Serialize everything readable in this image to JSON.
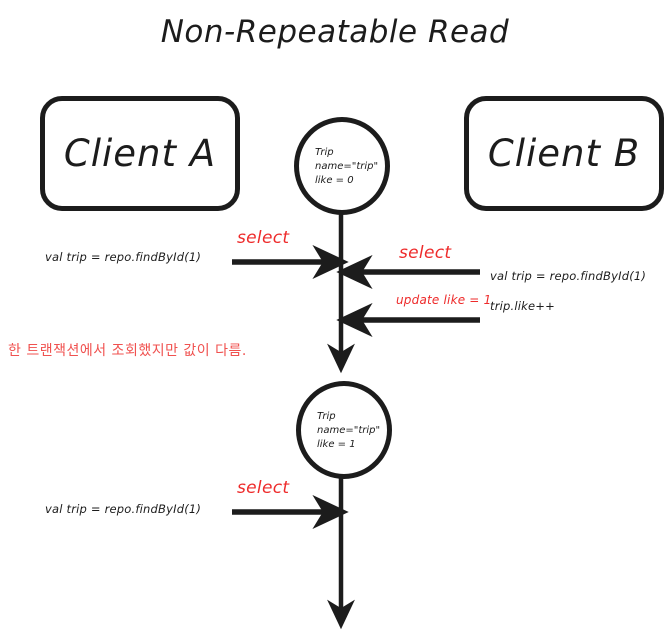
{
  "title": "Non-Repeatable Read",
  "colors": {
    "ink": "#1c1c1c",
    "accent_red": "#ee2b2b",
    "note_red": "#f0514f",
    "background": "#ffffff"
  },
  "actors": {
    "left": {
      "label": "Client A"
    },
    "right": {
      "label": "Client B"
    }
  },
  "states": [
    {
      "id": "state-initial",
      "lines": [
        "Trip",
        "name=\"trip\"",
        "like = 0"
      ]
    },
    {
      "id": "state-updated",
      "lines": [
        "Trip",
        "name=\"trip\"",
        "like = 1"
      ]
    }
  ],
  "operations": [
    {
      "id": "op-select-a-1",
      "actor": "Client A",
      "direction": "right",
      "sql_label": "select",
      "code": "val trip = repo.findById(1)"
    },
    {
      "id": "op-select-b-1",
      "actor": "Client B",
      "direction": "left",
      "sql_label": "select",
      "code": "val trip = repo.findById(1)"
    },
    {
      "id": "op-update-b",
      "actor": "Client B",
      "direction": "left",
      "sql_label": "update like = 1",
      "code": "trip.like++"
    },
    {
      "id": "op-select-a-2",
      "actor": "Client A",
      "direction": "right",
      "sql_label": "select",
      "code": "val trip = repo.findById(1)"
    }
  ],
  "note": "한 트랜잭션에서 조회했지만 값이 다름."
}
